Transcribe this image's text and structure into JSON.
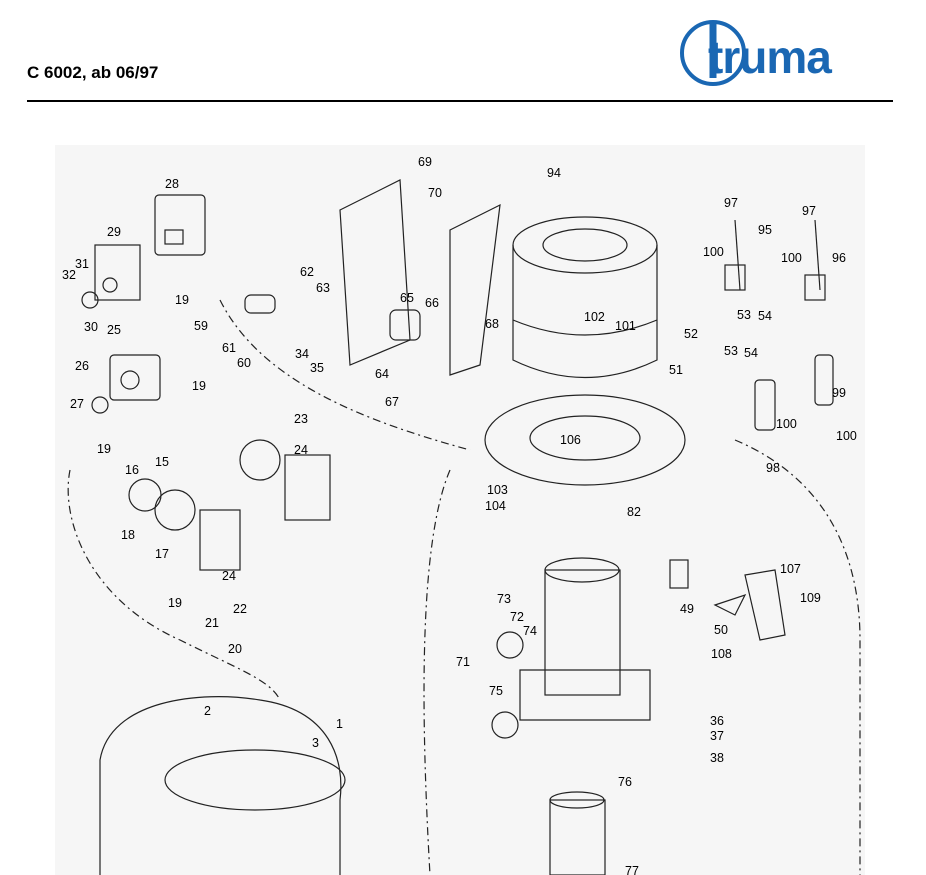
{
  "header": {
    "model": "C 6002, ab 06/97",
    "logo": "truma",
    "logo_color": "#1a67b3"
  },
  "diagram": {
    "part_labels": [
      {
        "id": "69"
      },
      {
        "id": "70"
      },
      {
        "id": "94"
      },
      {
        "id": "97"
      },
      {
        "id": "95"
      },
      {
        "id": "97"
      },
      {
        "id": "28"
      },
      {
        "id": "29"
      },
      {
        "id": "31"
      },
      {
        "id": "32"
      },
      {
        "id": "19"
      },
      {
        "id": "30"
      },
      {
        "id": "62"
      },
      {
        "id": "63"
      },
      {
        "id": "59"
      },
      {
        "id": "65"
      },
      {
        "id": "66"
      },
      {
        "id": "68"
      },
      {
        "id": "100"
      },
      {
        "id": "100"
      },
      {
        "id": "96"
      },
      {
        "id": "102"
      },
      {
        "id": "101"
      },
      {
        "id": "52"
      },
      {
        "id": "53"
      },
      {
        "id": "54"
      },
      {
        "id": "51"
      },
      {
        "id": "53"
      },
      {
        "id": "54"
      },
      {
        "id": "25"
      },
      {
        "id": "26"
      },
      {
        "id": "19"
      },
      {
        "id": "27"
      },
      {
        "id": "61"
      },
      {
        "id": "60"
      },
      {
        "id": "34"
      },
      {
        "id": "35"
      },
      {
        "id": "64"
      },
      {
        "id": "67"
      },
      {
        "id": "100"
      },
      {
        "id": "99"
      },
      {
        "id": "100"
      },
      {
        "id": "106"
      },
      {
        "id": "98"
      },
      {
        "id": "23"
      },
      {
        "id": "24"
      },
      {
        "id": "19"
      },
      {
        "id": "15"
      },
      {
        "id": "16"
      },
      {
        "id": "103"
      },
      {
        "id": "104"
      },
      {
        "id": "82"
      },
      {
        "id": "107"
      },
      {
        "id": "18"
      },
      {
        "id": "17"
      },
      {
        "id": "24"
      },
      {
        "id": "109"
      },
      {
        "id": "49"
      },
      {
        "id": "50"
      },
      {
        "id": "19"
      },
      {
        "id": "22"
      },
      {
        "id": "21"
      },
      {
        "id": "20"
      },
      {
        "id": "73"
      },
      {
        "id": "72"
      },
      {
        "id": "74"
      },
      {
        "id": "71"
      },
      {
        "id": "108"
      },
      {
        "id": "75"
      },
      {
        "id": "2"
      },
      {
        "id": "1"
      },
      {
        "id": "3"
      },
      {
        "id": "36"
      },
      {
        "id": "37"
      },
      {
        "id": "38"
      },
      {
        "id": "76"
      },
      {
        "id": "77"
      }
    ]
  }
}
